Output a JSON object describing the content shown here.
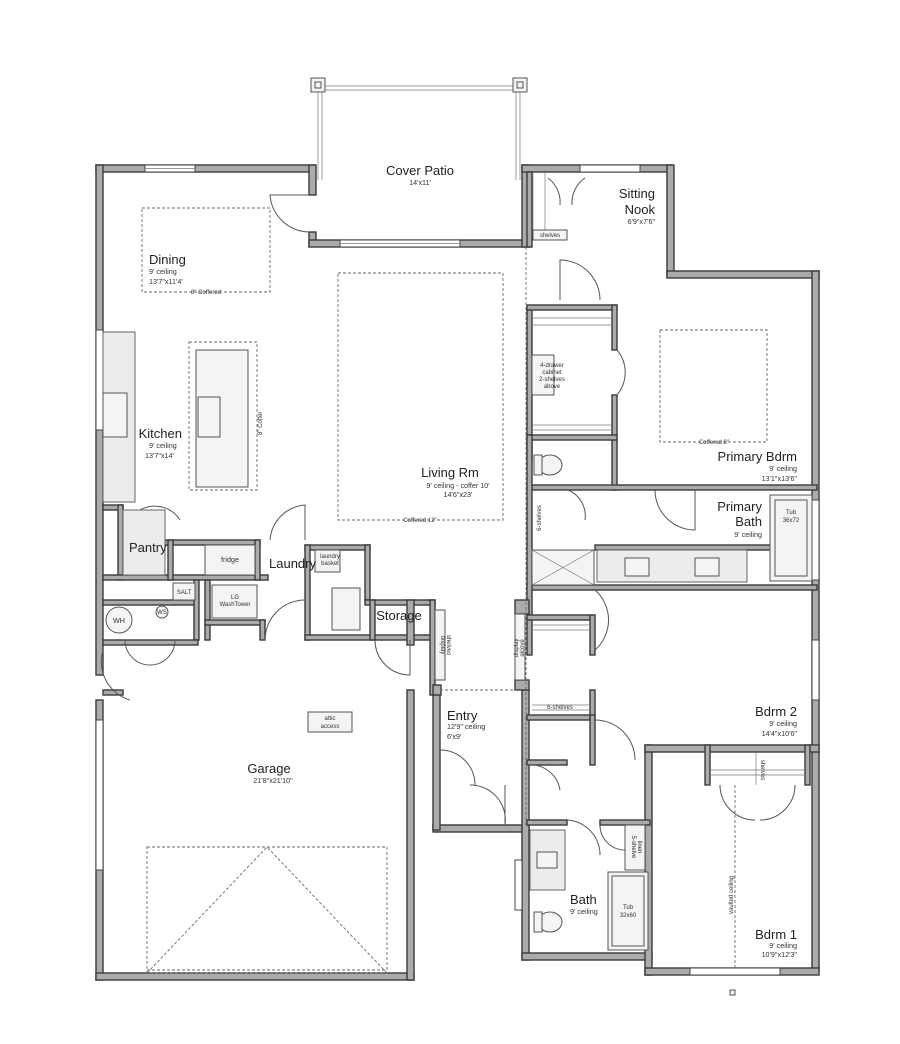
{
  "rooms": {
    "cover_patio": {
      "name": "Cover Patio",
      "size": "14'x11'"
    },
    "sitting_nook": {
      "name_line1": "Sitting",
      "name_line2": "Nook",
      "size": "6'9\"x7'6\""
    },
    "dining": {
      "name": "Dining",
      "ceiling": "9' ceiling",
      "size": "13'7\"x11'4'",
      "coffer": "8\" Coffered"
    },
    "kitchen": {
      "name": "Kitchen",
      "ceiling": "9' ceiling",
      "size": "13'7\"x14'",
      "coffer": "8\" Coffer"
    },
    "living": {
      "name": "Living Rm",
      "ceiling": "9' ceiling - coffer 10'",
      "size": "14'6\"x23'",
      "coffer": "Coffered 12\""
    },
    "primary_bdrm": {
      "name": "Primary Bdrm",
      "ceiling": "9' ceiling",
      "size": "13'1\"x13'6\"",
      "coffer": "Coffered 8\""
    },
    "primary_bath": {
      "name_line1": "Primary",
      "name_line2": "Bath",
      "ceiling": "9' ceiling",
      "tub_line1": "Tub",
      "tub_line2": "36x72"
    },
    "pantry": {
      "name": "Pantry"
    },
    "laundry": {
      "name": "Laundry"
    },
    "storage": {
      "name": "Storage"
    },
    "entry": {
      "name": "Entry",
      "ceiling": "12'9\" ceiling",
      "size": "6'x9'"
    },
    "garage": {
      "name": "Garage",
      "size": "21'8\"x21'10\"",
      "attic_line1": "attic",
      "attic_line2": "access"
    },
    "bdrm2": {
      "name": "Bdrm 2",
      "ceiling": "9' ceiling",
      "size": "14'4\"x10'6\""
    },
    "bath": {
      "name": "Bath",
      "ceiling": "9' ceiling",
      "tub_line1": "Tub",
      "tub_line2": "32x60"
    },
    "bdrm1": {
      "name": "Bdrm 1",
      "ceiling": "9' ceiling",
      "size": "10'9\"x12'3\"",
      "vaulted": "vaulted ceiling"
    }
  },
  "fixtures": {
    "shelves_small": "shelves",
    "cabinet_line1": "4-drawer",
    "cabinet_line2": "cabinet",
    "cabinet_line3": "2-shelves",
    "cabinet_line4": "above",
    "six_shelves": "6-shelves",
    "fridge": "fridge",
    "salt": "SALT",
    "wh": "WH",
    "ws": "WS",
    "washer_line1": "LG",
    "washer_line2": "WashTower",
    "laundry_basket_line1": "laundry",
    "laundry_basket_line2": "basket",
    "display_shelves_line1": "display",
    "display_shelves_line2": "shelves",
    "display_alcove_line1": "display",
    "display_alcove_line2": "alcove",
    "bdrm2_shelves": "6-shelves",
    "linen_line1": "5-shelve",
    "linen_line2": "linen",
    "bdrm1_closet_shelves": "shelves"
  }
}
